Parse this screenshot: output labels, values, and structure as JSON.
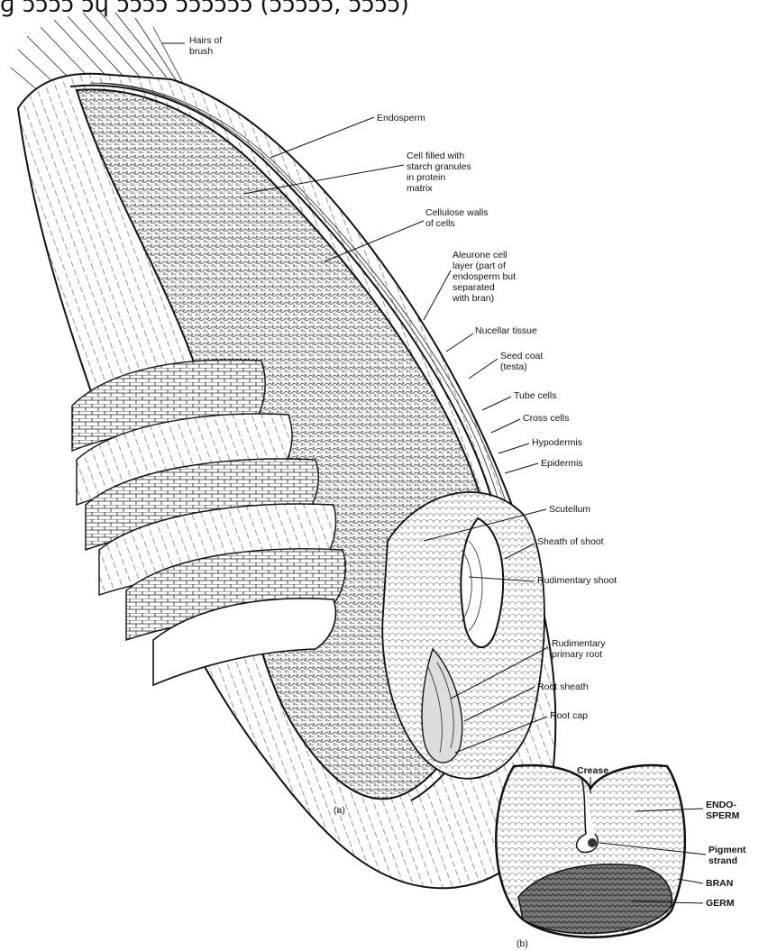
{
  "page": {
    "top_text": "ɡ ɔɔɔɔ ɔɥ ɔɔɔɔ ɔɔɔɔɔɔ (ɔɔɔɔɔ, ɔɔɔɔ)"
  },
  "figure_a": {
    "panel_label": "(a)",
    "labels": [
      {
        "id": "hairs",
        "lines": [
          "Hairs of",
          "brush"
        ]
      },
      {
        "id": "endosperm",
        "lines": [
          "Endosperm"
        ]
      },
      {
        "id": "cell-filled",
        "lines": [
          "Cell filled with",
          "starch granules",
          "in protein",
          "matrix"
        ]
      },
      {
        "id": "cellulose",
        "lines": [
          "Cellulose walls",
          "of cells"
        ]
      },
      {
        "id": "aleurone",
        "lines": [
          "Aleurone cell",
          "layer (part of",
          "endosperm but",
          "separated",
          "with bran)"
        ]
      },
      {
        "id": "nucellar",
        "lines": [
          "Nucellar tissue"
        ]
      },
      {
        "id": "seed-coat",
        "lines": [
          "Seed coat",
          "(testa)"
        ]
      },
      {
        "id": "tube-cells",
        "lines": [
          "Tube cells"
        ]
      },
      {
        "id": "cross-cells",
        "lines": [
          "Cross cells"
        ]
      },
      {
        "id": "hypodermis",
        "lines": [
          "Hypodermis"
        ]
      },
      {
        "id": "epidermis",
        "lines": [
          "Epidermis"
        ]
      },
      {
        "id": "scutellum",
        "lines": [
          "Scutellum"
        ]
      },
      {
        "id": "sheath-shoot",
        "lines": [
          "Sheath of shoot"
        ]
      },
      {
        "id": "rud-shoot",
        "lines": [
          "Rudimentary shoot"
        ]
      },
      {
        "id": "rud-root",
        "lines": [
          "Rudimentary",
          "primary root"
        ]
      },
      {
        "id": "root-sheath",
        "lines": [
          "Root sheath"
        ]
      },
      {
        "id": "root-cap",
        "lines": [
          "Root cap"
        ]
      }
    ]
  },
  "figure_b": {
    "panel_label": "(b)",
    "labels": [
      {
        "id": "crease",
        "lines": [
          "Crease"
        ]
      },
      {
        "id": "endo",
        "lines": [
          "ENDO-",
          "SPERM"
        ]
      },
      {
        "id": "pigment",
        "lines": [
          "Pigment",
          "strand"
        ]
      },
      {
        "id": "bran",
        "lines": [
          "BRAN"
        ]
      },
      {
        "id": "germ",
        "lines": [
          "GERM"
        ]
      }
    ]
  }
}
